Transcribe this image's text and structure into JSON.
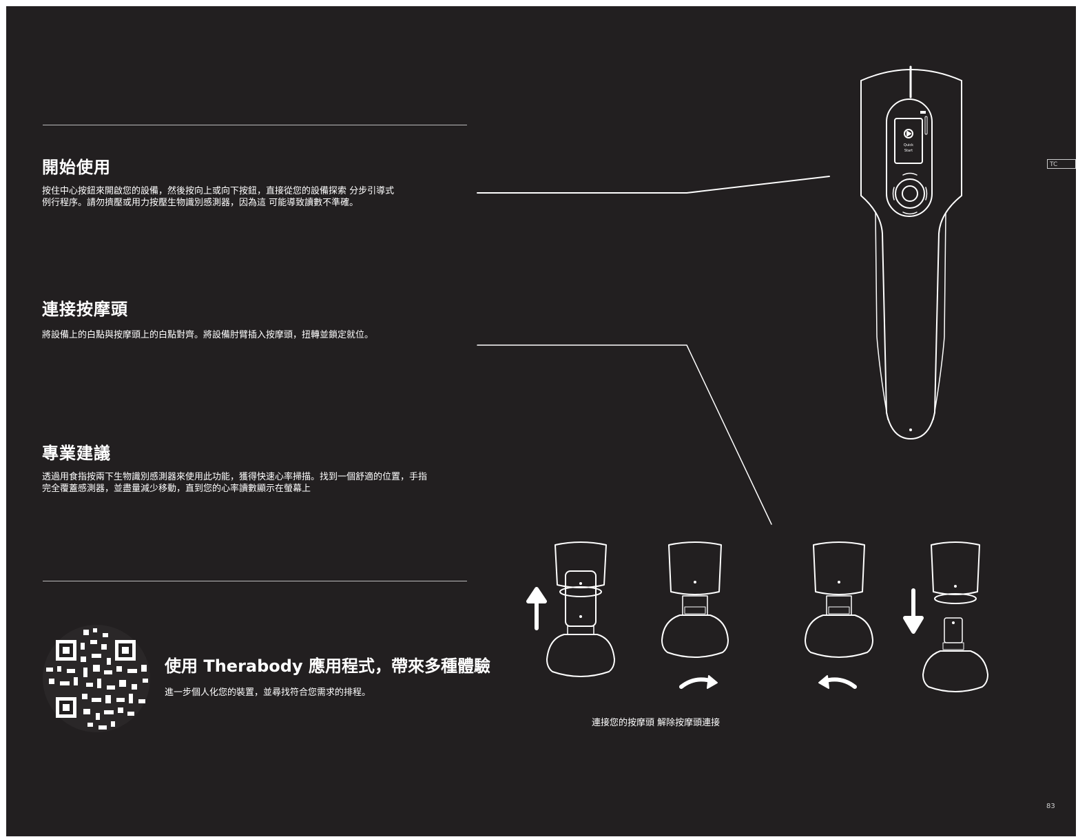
{
  "sections": [
    {
      "title": "開始使用",
      "body": "按住中心按鈕來開啟您的設備，然後按向上或向下按鈕，直接從您的設備探索 分步引導式\n例行程序。請勿擠壓或用力按壓生物識別感測器，因為這 可能導致讀數不準確。"
    },
    {
      "title": "連接按摩頭",
      "body": "將設備上的白點與按摩頭上的白點對齊。將設備肘臂插入按摩頭，扭轉並鎖定就位。"
    },
    {
      "title": "專業建議",
      "body": "透過用食指按兩下生物識別感測器來使用此功能，獲得快速心率掃描。找到一個舒適的位置，手指\n完全覆蓋感測器，並盡量減少移動，直到您的心率讀數顯示在螢幕上"
    }
  ],
  "app": {
    "title": "使用 Therabody 應用程式，帶來多種體驗",
    "subtitle": "進一步個人化您的裝置，並尋找符合您需求的排程。"
  },
  "device_screen": {
    "line1": "Quick",
    "line2": "Start"
  },
  "caption": "連接您的按摩頭 解除按摩頭連接",
  "language_tab": "TC",
  "page_number": "83",
  "colors": {
    "background": "#221f20",
    "text": "#ffffff",
    "rule": "#bdbdbd"
  }
}
